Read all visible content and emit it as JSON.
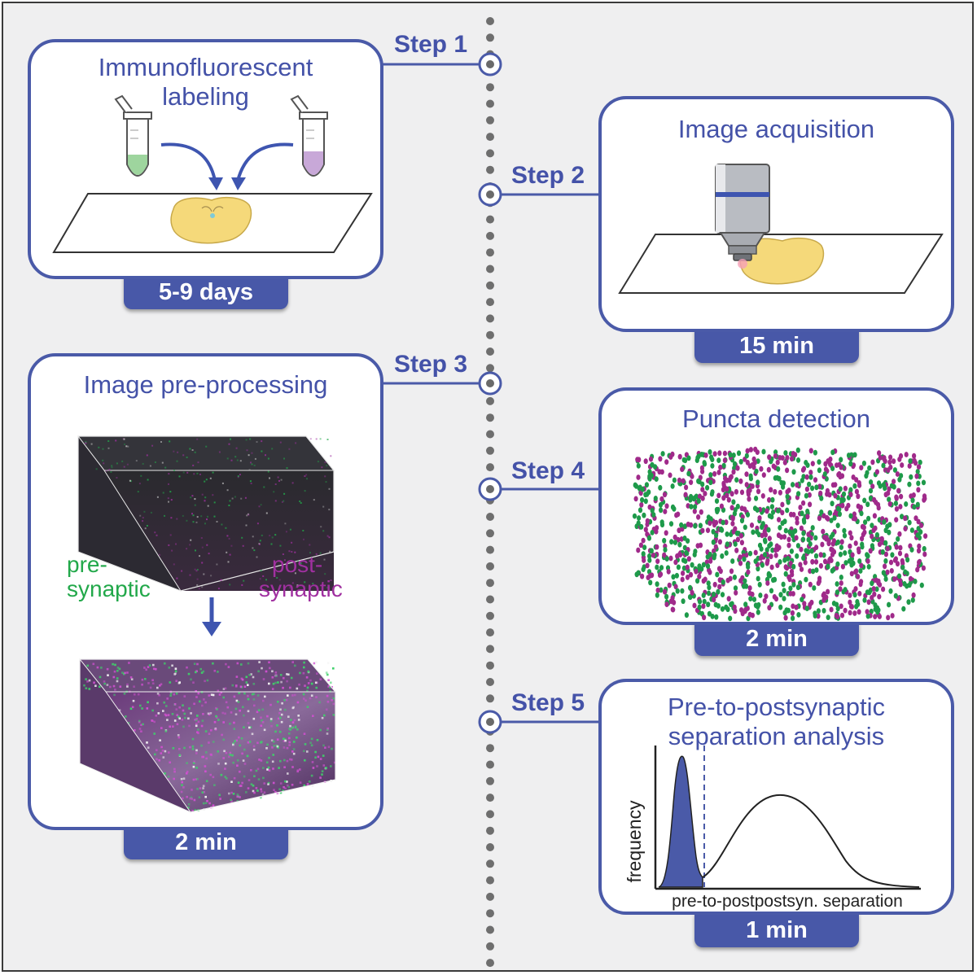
{
  "steps": [
    {
      "label": "Step 1",
      "title_lines": [
        "Immunofluorescent",
        "labeling"
      ],
      "duration": "5-9 days"
    },
    {
      "label": "Step 2",
      "title_lines": [
        "Image acquisition"
      ],
      "duration": "15 min"
    },
    {
      "label": "Step 3",
      "title_lines": [
        "Image pre-processing"
      ],
      "duration": "2 min"
    },
    {
      "label": "Step 4",
      "title_lines": [
        "Puncta detection"
      ],
      "duration": "2 min"
    },
    {
      "label": "Step 5",
      "title_lines": [
        "Pre-to-postsynaptic",
        "separation analysis"
      ],
      "duration": "1 min"
    }
  ],
  "preprocessing_labels": {
    "pre": [
      "pre-",
      "synaptic"
    ],
    "post": [
      "post-",
      "synaptic"
    ]
  },
  "histogram": {
    "ylabel": "frequency",
    "xlabel": "pre-to-postpostsyn. separation"
  },
  "colors": {
    "accent": "#4a5aa8",
    "tab": "#4858a8",
    "pre": "#22a84a",
    "post": "#a030a0",
    "tissue": "#f5d97a",
    "background": "#efeff0"
  }
}
